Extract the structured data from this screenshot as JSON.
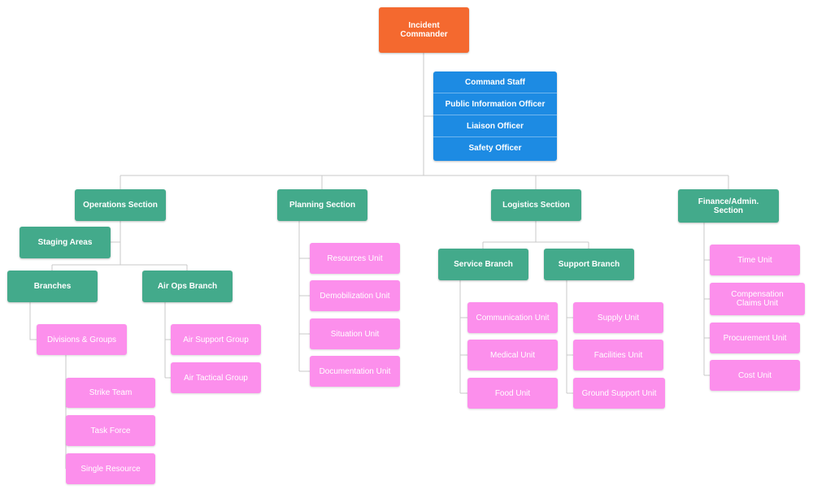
{
  "incident_commander": "Incident\nCommander",
  "command_staff": {
    "header": "Command Staff",
    "items": [
      "Public Information Officer",
      "Liaison Officer",
      "Safety Officer"
    ]
  },
  "sections": {
    "operations": {
      "label": "Operations Section",
      "staging": "Staging Areas",
      "branches": "Branches",
      "divisions": "Divisions & Groups",
      "division_units": [
        "Strike Team",
        "Task Force",
        "Single Resource"
      ],
      "air_ops": "Air Ops Branch",
      "air_units": [
        "Air Support Group",
        "Air Tactical Group"
      ]
    },
    "planning": {
      "label": "Planning Section",
      "units": [
        "Resources Unit",
        "Demobilization Unit",
        "Situation Unit",
        "Documentation Unit"
      ]
    },
    "logistics": {
      "label": "Logistics Section",
      "service_branch": "Service Branch",
      "service_units": [
        "Communication Unit",
        "Medical Unit",
        "Food Unit"
      ],
      "support_branch": "Support Branch",
      "support_units": [
        "Supply Unit",
        "Facilities Unit",
        "Ground Support Unit"
      ]
    },
    "finance": {
      "label": "Finance/Admin.\nSection",
      "units": [
        "Time Unit",
        "Compensation\nClaims Unit",
        "Procurement Unit",
        "Cost Unit"
      ]
    }
  },
  "colors": {
    "commander": "#f4692f",
    "staff": "#1d8be3",
    "section": "#43aa8b",
    "unit": "#fc8fec",
    "connector": "#c8c8c8"
  }
}
